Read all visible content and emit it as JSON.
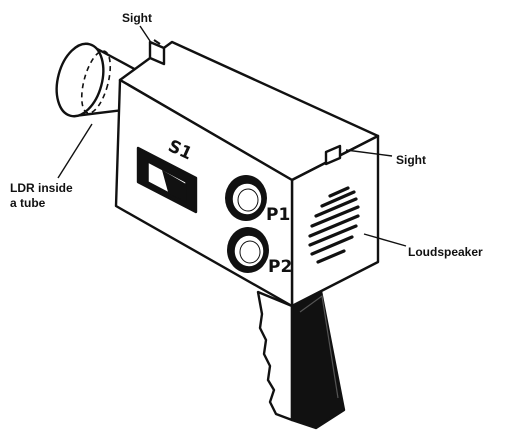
{
  "labels": {
    "sight_top": "Sight",
    "sight_right": "Sight",
    "ldr_line1": "LDR inside",
    "ldr_line2": "a tube",
    "loudspeaker": "Loudspeaker"
  },
  "device_marks": {
    "switch": "S1",
    "pot1": "P1",
    "pot2": "P2"
  },
  "colors": {
    "ink": "#111111",
    "paper": "#ffffff"
  }
}
